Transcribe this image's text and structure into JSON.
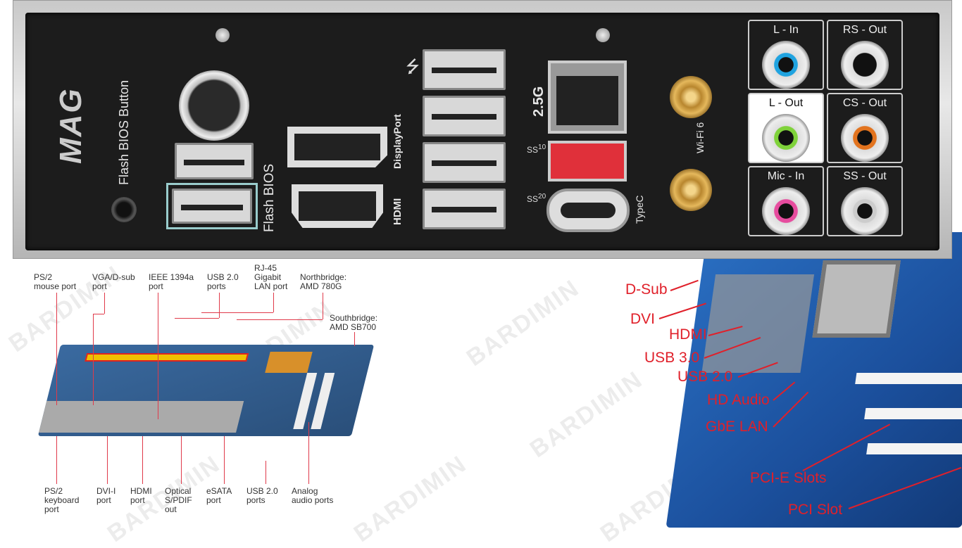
{
  "io_panel": {
    "logo": "MAG",
    "flash_bios_button": "Flash BIOS Button",
    "flash_bios": "Flash BIOS",
    "displayport": "DisplayPort",
    "hdmi": "HDMI",
    "lan_speed": "2.5G",
    "wifi": "Wi-Fi 6",
    "typec": "TypeC",
    "ss10": "10",
    "ss20": "20",
    "audio": [
      {
        "label": "L - In",
        "color": "#1fa3e0"
      },
      {
        "label": "RS - Out",
        "color": "#111111"
      },
      {
        "label": "L - Out",
        "color": "#7fd23a"
      },
      {
        "label": "CS - Out",
        "color": "#e2731e"
      },
      {
        "label": "Mic - In",
        "color": "#e64c9e"
      },
      {
        "label": "SS - Out",
        "color": "#cccccc"
      }
    ]
  },
  "amd_board": {
    "top_labels": [
      "PS/2\nmouse port",
      "VGA/D-sub\nport",
      "IEEE 1394a\nport",
      "USB 2.0\nports",
      "RJ-45\nGigabit\nLAN port",
      "Northbridge:\nAMD 780G",
      "Southbridge:\nAMD SB700"
    ],
    "bottom_labels": [
      "PS/2\nkeyboard\nport",
      "DVI-I\nport",
      "HDMI\nport",
      "Optical\nS/PDIF\nout",
      "eSATA\nport",
      "USB 2.0\nports",
      "Analog\naudio ports"
    ]
  },
  "gigabyte_board": {
    "labels": [
      "D-Sub",
      "DVI",
      "HDMI",
      "USB 3.0",
      "USB 2.0",
      "HD Audio",
      "GbE LAN",
      "PCI-E Slots",
      "PCI Slot"
    ],
    "label_color": "#e0202a"
  },
  "watermark": "BARDIMIN"
}
